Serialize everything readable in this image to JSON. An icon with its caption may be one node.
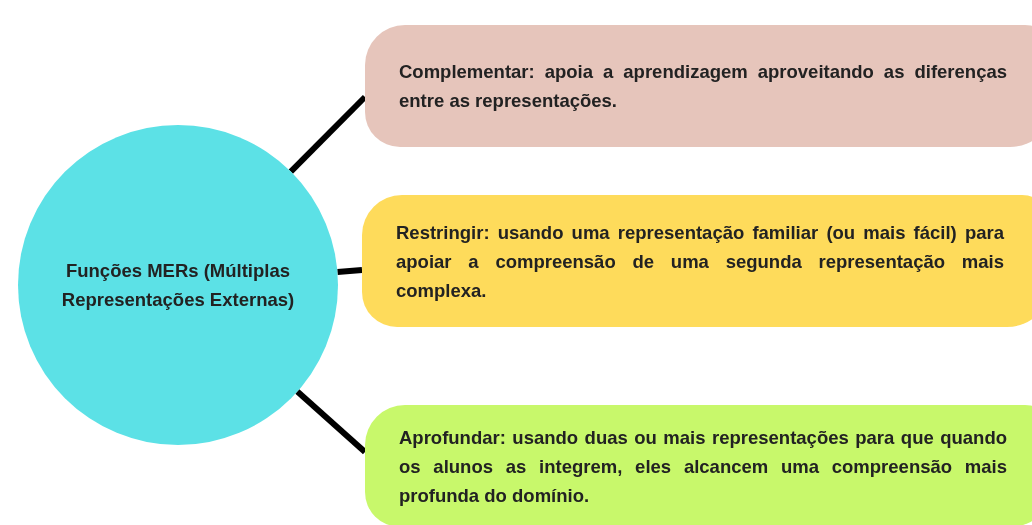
{
  "diagram": {
    "nodes": [
      {
        "text": [
          "Funções MERs (Múltiplas Representações Externas)"
        ]
      },
      {
        "text": [
          "Complementar: apoia a aprendizagem aproveitando as diferenças entre as representações."
        ]
      },
      {
        "text": [
          "Restringir: usando uma representação familiar (ou mais fácil) para apoiar a compreensão de uma segunda representação mais complexa."
        ]
      },
      {
        "text": [
          "Aprofundar: usando duas ou mais representações para que quando os alunos as integrem, eles alcancem uma compreensão mais profunda do domínio."
        ]
      }
    ],
    "edges": [
      {
        "from": 0,
        "to": 1,
        "arrow": "none"
      },
      {
        "from": 0,
        "to": 2,
        "arrow": "none"
      },
      {
        "from": 0,
        "to": 3,
        "arrow": "none"
      }
    ]
  }
}
